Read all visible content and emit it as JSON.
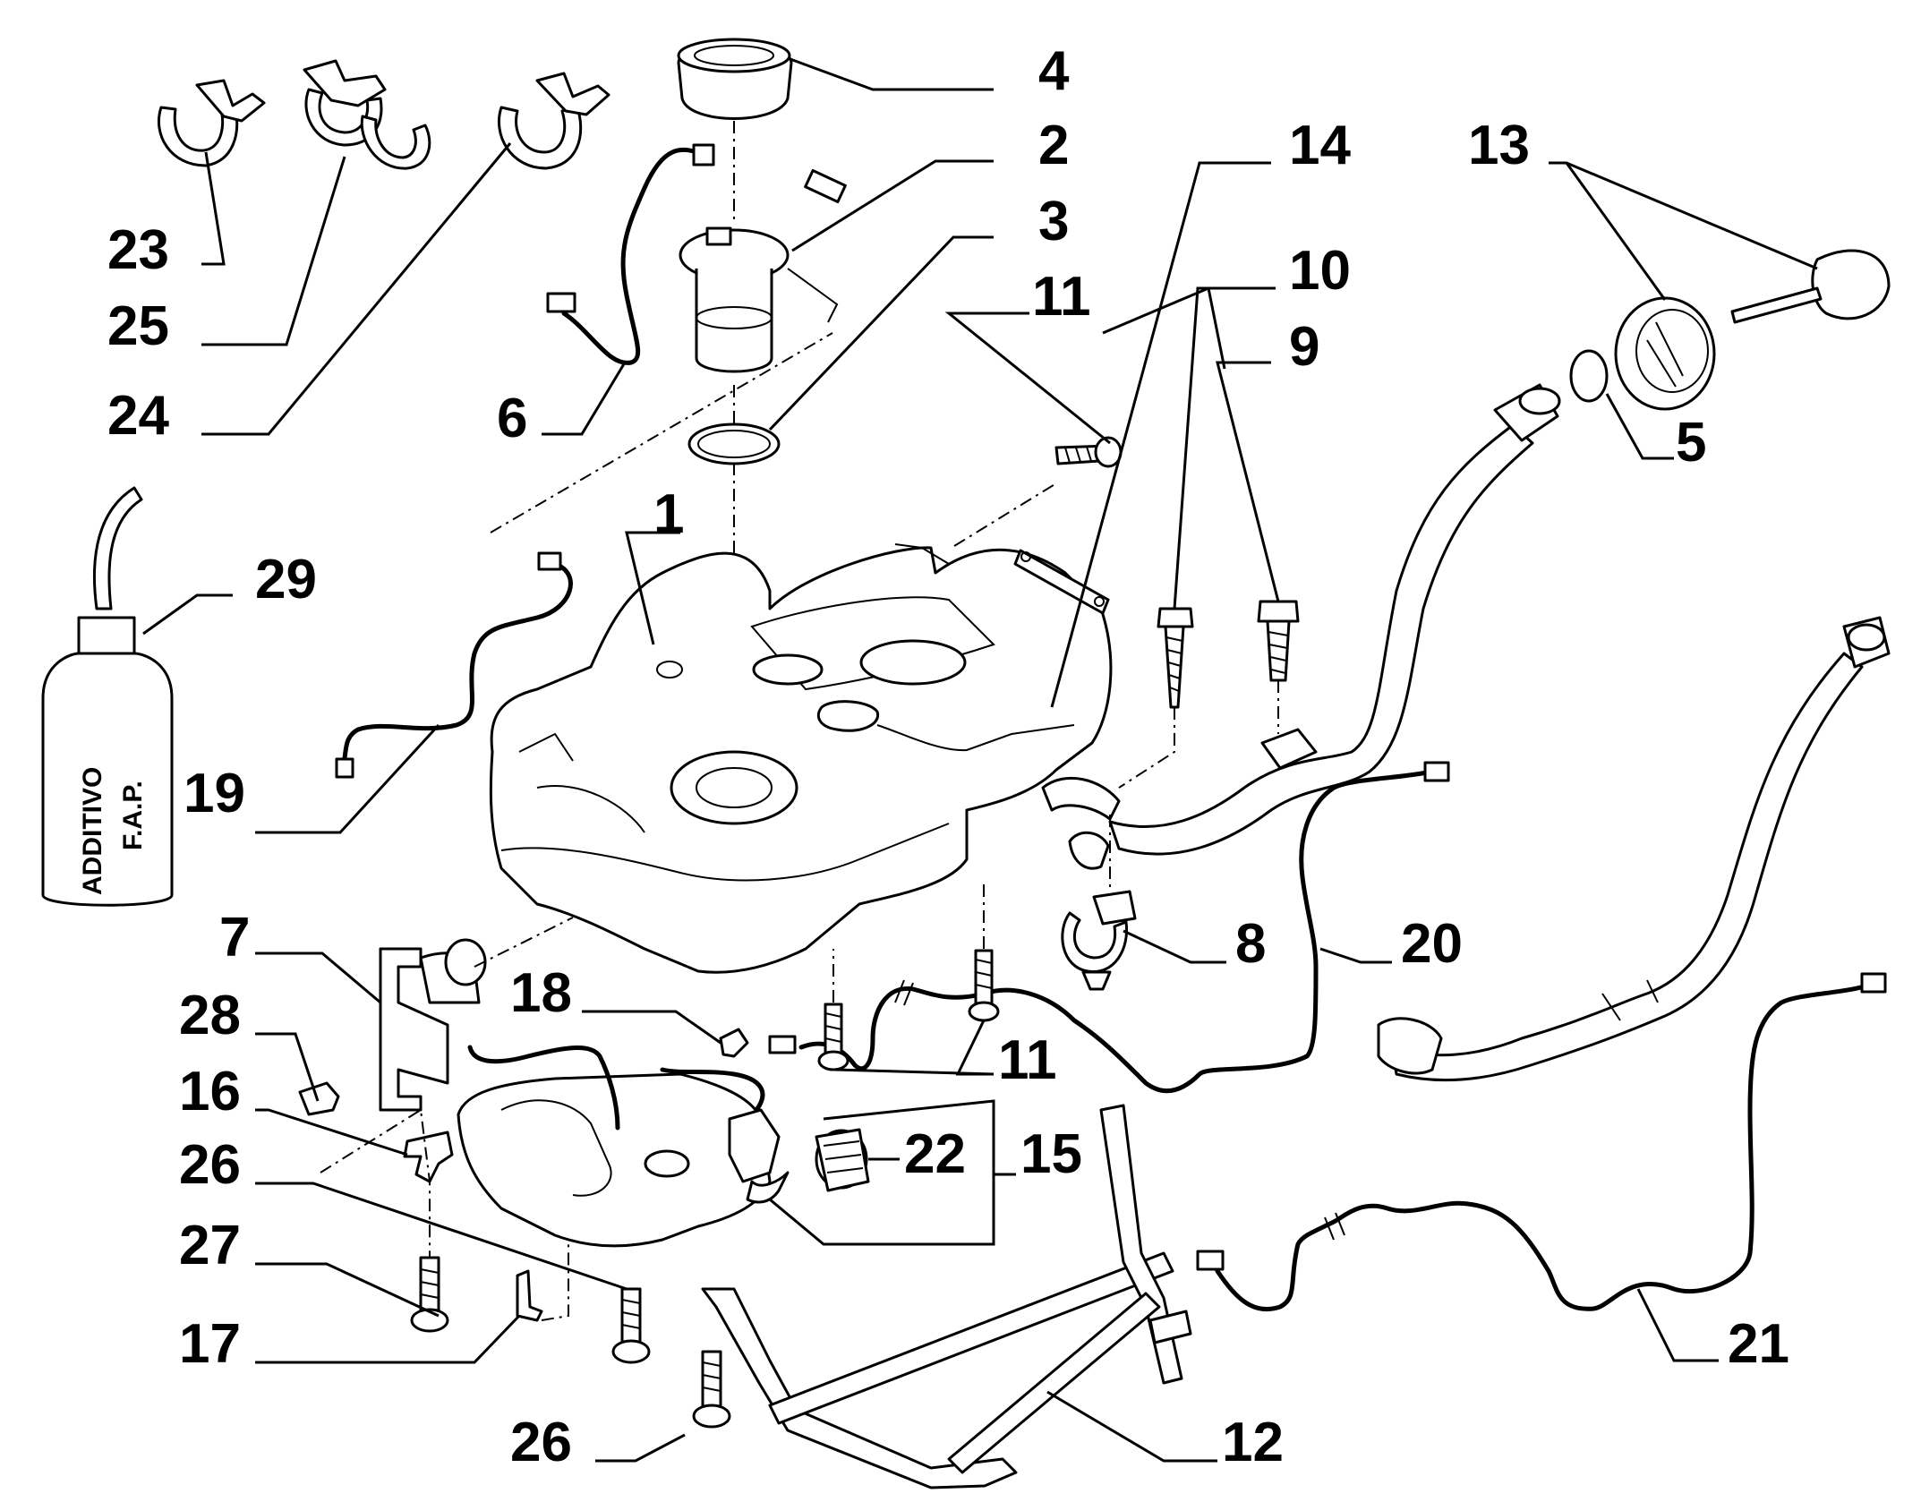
{
  "callouts": [
    {
      "id": "1",
      "text": "1"
    },
    {
      "id": "2",
      "text": "2"
    },
    {
      "id": "3",
      "text": "3"
    },
    {
      "id": "4",
      "text": "4"
    },
    {
      "id": "5",
      "text": "5"
    },
    {
      "id": "6",
      "text": "6"
    },
    {
      "id": "7",
      "text": "7"
    },
    {
      "id": "8",
      "text": "8"
    },
    {
      "id": "9",
      "text": "9"
    },
    {
      "id": "10",
      "text": "10"
    },
    {
      "id": "11a",
      "text": "11"
    },
    {
      "id": "11b",
      "text": "11"
    },
    {
      "id": "12",
      "text": "12"
    },
    {
      "id": "13",
      "text": "13"
    },
    {
      "id": "14",
      "text": "14"
    },
    {
      "id": "15",
      "text": "15"
    },
    {
      "id": "16",
      "text": "16"
    },
    {
      "id": "17",
      "text": "17"
    },
    {
      "id": "18",
      "text": "18"
    },
    {
      "id": "19",
      "text": "19"
    },
    {
      "id": "20",
      "text": "20"
    },
    {
      "id": "21",
      "text": "21"
    },
    {
      "id": "22",
      "text": "22"
    },
    {
      "id": "23",
      "text": "23"
    },
    {
      "id": "24",
      "text": "24"
    },
    {
      "id": "25",
      "text": "25"
    },
    {
      "id": "26a",
      "text": "26"
    },
    {
      "id": "26b",
      "text": "26"
    },
    {
      "id": "27",
      "text": "27"
    },
    {
      "id": "28",
      "text": "28"
    },
    {
      "id": "29",
      "text": "29"
    }
  ],
  "bottle_label": {
    "line1": "ADDITIVO",
    "line2": "F.A.P."
  }
}
